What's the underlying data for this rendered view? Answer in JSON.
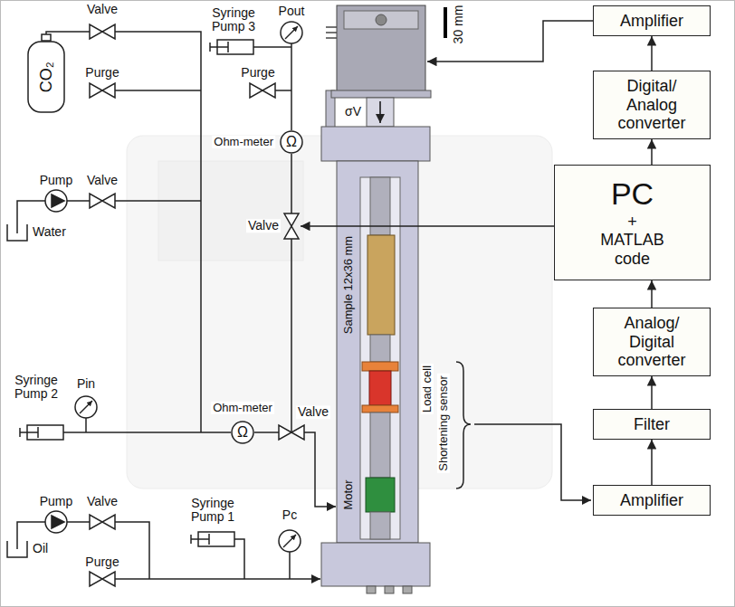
{
  "diagram": {
    "nodes": [
      {
        "text": [
          "CO₂"
        ]
      },
      {
        "text": [
          "Ω"
        ]
      },
      {
        "text": [
          "Ω"
        ]
      },
      {
        "text": [
          "Amplifier"
        ]
      },
      {
        "text": [
          "Digital/ Analog converter"
        ]
      },
      {
        "text": [
          "PC",
          "+ MATLAB code"
        ]
      },
      {
        "text": [
          "Analog/ Digital converter"
        ]
      },
      {
        "text": [
          "Filter"
        ]
      },
      {
        "text": [
          "Amplifier"
        ]
      }
    ],
    "edges": [
      {
        "from": 8,
        "to": 7,
        "arrow": "to"
      },
      {
        "from": 7,
        "to": 6,
        "arrow": "to"
      },
      {
        "from": 6,
        "to": 5,
        "arrow": "to"
      },
      {
        "from": 5,
        "to": 4,
        "arrow": "to"
      },
      {
        "from": 4,
        "to": 3,
        "arrow": "to"
      }
    ],
    "labels": [
      "Valve",
      "Syringe Pump 3",
      "Pout",
      "30 mm",
      "Purge",
      "Purge",
      "Ohm-meter",
      "σV",
      "Pump",
      "Valve",
      "Water",
      "Valve",
      "Sample 12x36 mm",
      "Syringe Pump 2",
      "Pin",
      "Ohm-meter",
      "Valve",
      "Shortening sensor",
      "Load cell",
      "Motor",
      "Pump",
      "Valve",
      "Syringe Pump 1",
      "Pc",
      "Purge",
      "Oil"
    ]
  }
}
